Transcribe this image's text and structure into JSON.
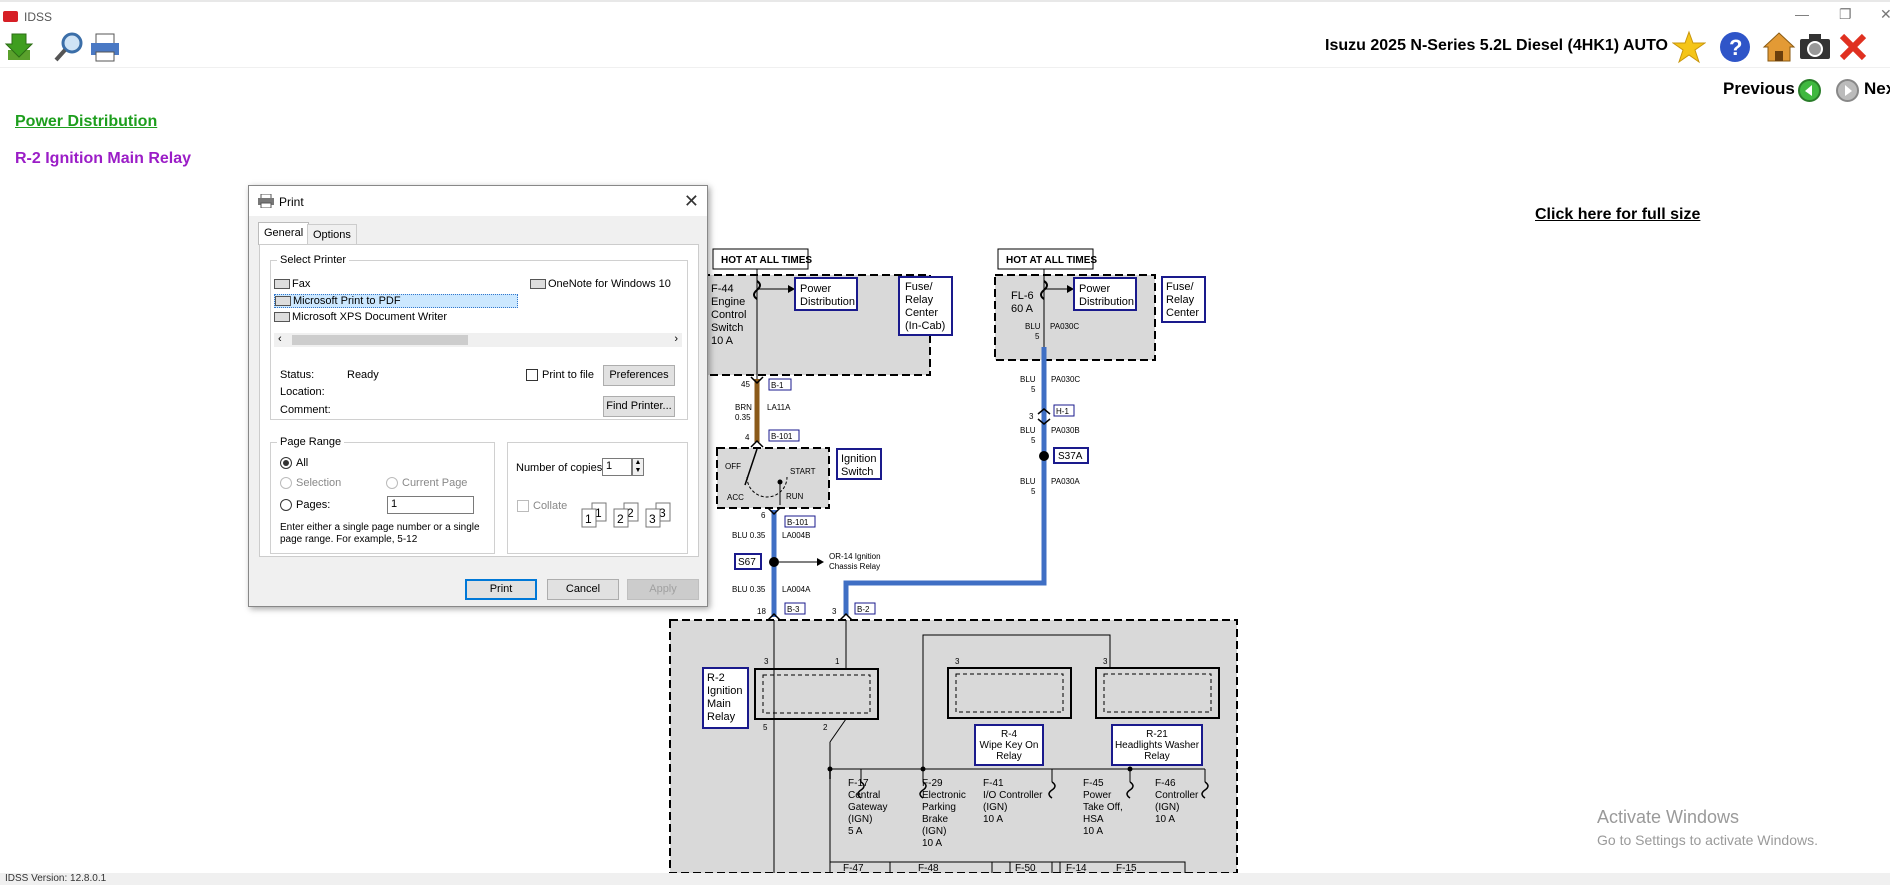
{
  "window": {
    "title": "IDSS",
    "minimize": "—",
    "restore": "❐",
    "close": "✕"
  },
  "toolbar": {
    "vehicle": "Isuzu 2025 N-Series 5.2L Diesel (4HK1) AUTO"
  },
  "nav": {
    "previous": "Previous",
    "next": "Nex"
  },
  "page": {
    "breadcrumb_link": "Power Distribution",
    "title": "R-2 Ignition Main Relay",
    "full_size_link": "Click here for full size"
  },
  "windows_watermark": {
    "line1": "Activate Windows",
    "line2": "Go to Settings to activate Windows."
  },
  "status": {
    "version": "IDSS Version: 12.8.0.1"
  },
  "print_dialog": {
    "title": "Print",
    "tabs": [
      "General",
      "Options"
    ],
    "select_printer_label": "Select Printer",
    "printers": [
      "Fax",
      "Microsoft Print to PDF",
      "Microsoft XPS Document Writer",
      "OneNote for Windows 10"
    ],
    "selected_printer": "Microsoft Print to PDF",
    "status_label": "Status:",
    "status_value": "Ready",
    "location_label": "Location:",
    "comment_label": "Comment:",
    "print_to_file": "Print to file",
    "preferences": "Preferences",
    "find_printer": "Find Printer...",
    "page_range_label": "Page Range",
    "range_all": "All",
    "range_selection": "Selection",
    "range_current": "Current Page",
    "range_pages": "Pages:",
    "pages_value": "1",
    "range_hint": "Enter either a single page number or a single page range.  For example, 5-12",
    "copies_label": "Number of copies:",
    "copies_value": "1",
    "collate": "Collate",
    "print_btn": "Print",
    "cancel_btn": "Cancel",
    "apply_btn": "Apply"
  },
  "diagram": {
    "hot_at_all_times": "HOT AT ALL TIMES",
    "f44": [
      "F-44",
      "Engine",
      "Control",
      "Switch",
      "10 A"
    ],
    "power_distribution": [
      "Power",
      "Distribution"
    ],
    "fuse_relay_incab": [
      "Fuse/",
      "Relay",
      "Center",
      "(In-Cab)"
    ],
    "fl6": [
      "FL-6",
      "60 A"
    ],
    "fuse_relay": [
      "Fuse/",
      "Relay",
      "Center"
    ],
    "ignition_switch": [
      "Ignition",
      "Switch"
    ],
    "switch_positions": [
      "OFF",
      "ACC",
      "RUN",
      "START"
    ],
    "r2": [
      "R-2",
      "Ignition",
      "Main",
      "Relay"
    ],
    "r4": [
      "R-4",
      "Wipe Key On",
      "Relay"
    ],
    "r21": [
      "R-21",
      "Headlights Washer",
      "Relay"
    ],
    "s67": "S67",
    "s37a": "S37A",
    "or14": [
      "OR-14 Ignition",
      "Chassis Relay"
    ],
    "connectors": [
      "B-1",
      "B-101",
      "B-101",
      "B-3",
      "B-2",
      "H-1"
    ],
    "wires": {
      "la11a": "LA11A",
      "brn": "BRN",
      "brn_size": "0.35",
      "la004b": "LA004B",
      "la004a": "LA004A",
      "blu035": "BLU 0.35",
      "pa030c": "PA030C",
      "pa030b": "PA030B",
      "pa030a": "PA030A",
      "blu": "BLU",
      "blu_size": "5"
    },
    "pins": [
      "45",
      "4",
      "6",
      "18",
      "3",
      "3",
      "3",
      "1",
      "5",
      "2",
      "3",
      "3",
      "5"
    ],
    "fuses": [
      [
        "F-17",
        "Central",
        "Gateway",
        "(IGN)",
        "5 A"
      ],
      [
        "F-29",
        "Electronic",
        "Parking",
        "Brake",
        "(IGN)",
        "10 A"
      ],
      [
        "F-41",
        "I/O Controller",
        "(IGN)",
        "10 A"
      ],
      [
        "F-45",
        "Power",
        "Take Off,",
        "HSA",
        "10 A"
      ],
      [
        "F-46",
        "Controller",
        "(IGN)",
        "10 A"
      ]
    ],
    "bottom_fuses": [
      "F-47",
      "F-48",
      "F-50",
      "F-14",
      "F-15"
    ]
  },
  "colors": {
    "wire_blue": "#3f6fc4",
    "wire_brown": "#8b5a1a",
    "label_border": "#1a1a8c",
    "zone_fill": "#d9d9d9"
  }
}
